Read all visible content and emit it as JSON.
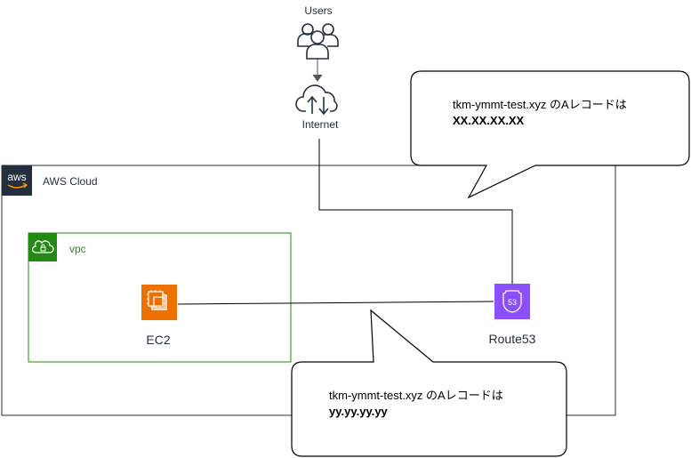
{
  "nodes": {
    "users": "Users",
    "internet": "Internet",
    "aws_cloud": "AWS Cloud",
    "aws_logo": "aws",
    "vpc": "vpc",
    "ec2": "EC2",
    "route53": "Route53",
    "route53_icon_text": "53"
  },
  "callouts": {
    "top": {
      "line1": "tkm-ymmt-test.xyz のAレコードは",
      "line2": "XX.XX.XX.XX"
    },
    "bottom": {
      "line1": "tkm-ymmt-test.xyz のAレコードは",
      "line2": "yy.yy.yy.yy"
    }
  },
  "colors": {
    "aws_border": "#232f3e",
    "vpc_border": "#248814",
    "ec2_orange": "#ed7100",
    "route53_purple": "#8c4fff",
    "line": "#000000"
  }
}
